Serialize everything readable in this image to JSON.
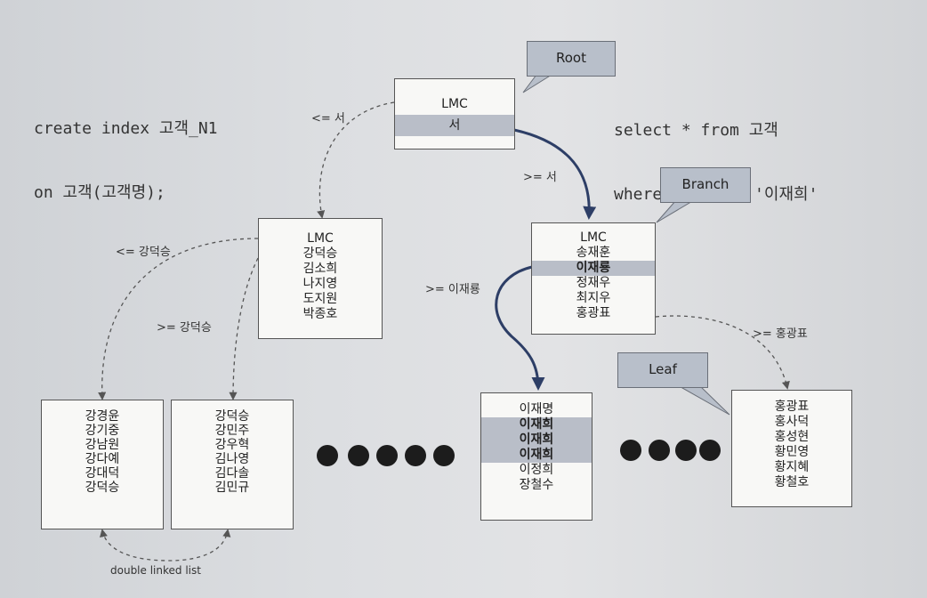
{
  "code_left": {
    "line1": "create index 고객_N1",
    "line2": "on 고객(고객명);"
  },
  "code_right": {
    "line1": "select * from 고객",
    "line2": "where  고객명 = '이재희'"
  },
  "callouts": {
    "root": "Root",
    "branch": "Branch",
    "leaf": "Leaf"
  },
  "root": {
    "lmc": "LMC",
    "entry": "서"
  },
  "branch_left": {
    "items": [
      "LMC",
      "강덕승",
      "김소희",
      "나지영",
      "도지원",
      "박종호"
    ]
  },
  "branch_right": {
    "items": [
      "LMC",
      "송재훈",
      "이재룡",
      "정재우",
      "최지우",
      "홍광표"
    ]
  },
  "leaf1": {
    "items": [
      "강경윤",
      "강기중",
      "강남원",
      "강다예",
      "강대덕",
      "강덕승"
    ]
  },
  "leaf2": {
    "items": [
      "강덕승",
      "강민주",
      "강우혁",
      "김나영",
      "김다솔",
      "김민규"
    ]
  },
  "leaf_mid": {
    "items": [
      "이재명",
      "이재희",
      "이재희",
      "이재희",
      "이정희",
      "장철수"
    ]
  },
  "leaf_right": {
    "items": [
      "홍광표",
      "홍사덕",
      "홍성현",
      "황민영",
      "황지혜",
      "황철호"
    ]
  },
  "edge_labels": {
    "le_seo": "<= 서",
    "ge_seo": ">= 서",
    "le_kds": "<= 강덕승",
    "ge_kds": ">= 강덕승",
    "ge_ljr": ">= 이재룡",
    "ge_hgp": ">= 홍광표"
  },
  "caption": "double linked list"
}
